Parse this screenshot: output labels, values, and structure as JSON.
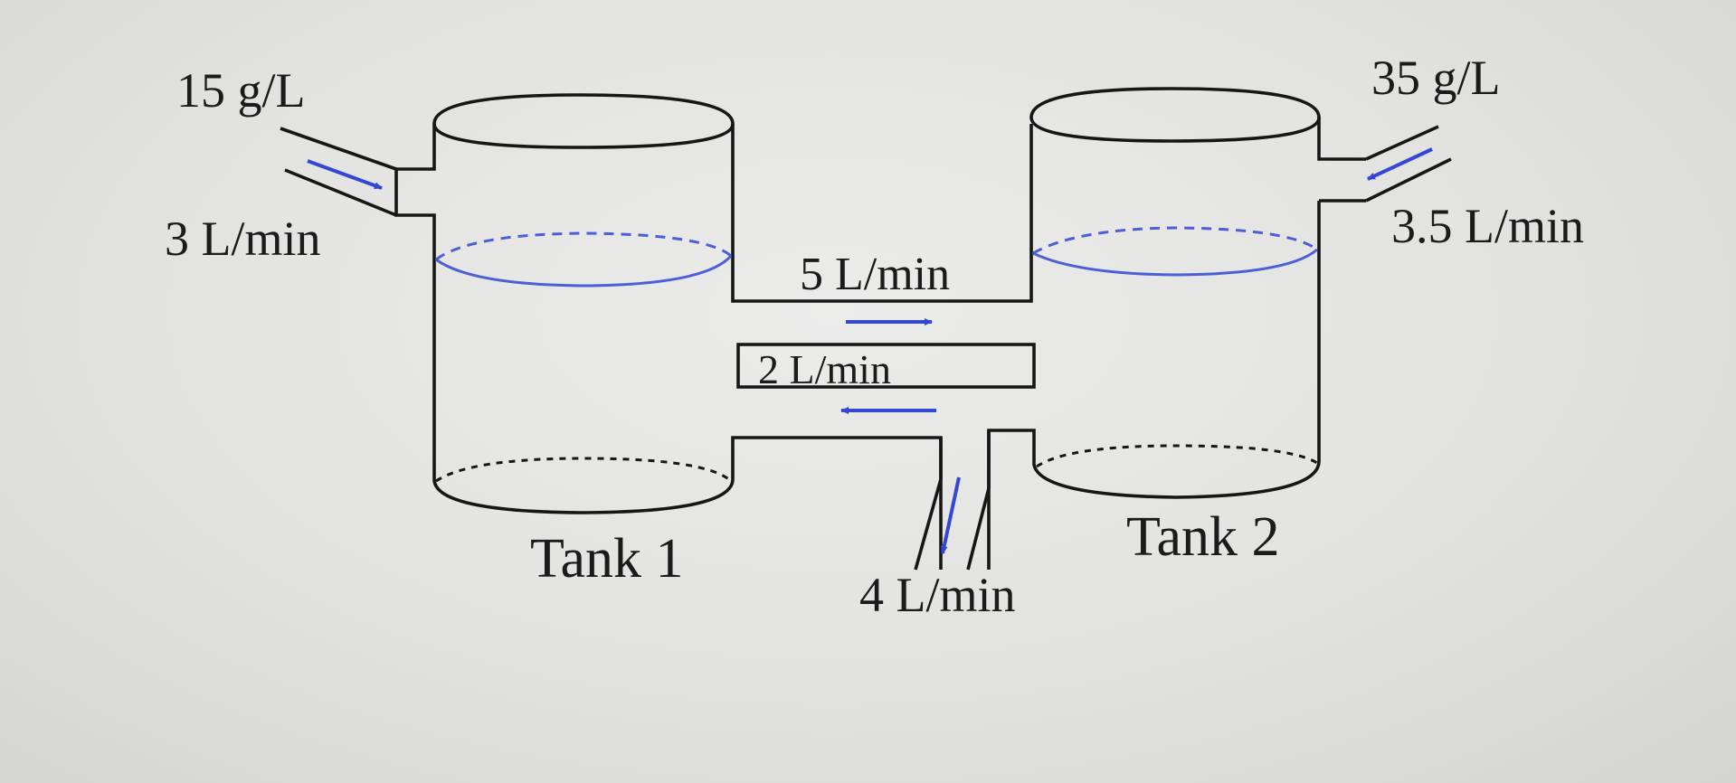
{
  "labels": {
    "inflow_left_concentration": "15 g/L",
    "inflow_left_rate": "3 L/min",
    "inflow_right_concentration": "35 g/L",
    "inflow_right_rate": "3.5 L/min",
    "pipe_top_rate": "5 L/min",
    "pipe_middle_rate": "2 L/min",
    "outflow_rate": "4 L/min",
    "tank1_name": "Tank 1",
    "tank2_name": "Tank 2"
  },
  "colors": {
    "ink": "#161616",
    "water": "#4c5fd6",
    "arrow": "#3446d4"
  }
}
